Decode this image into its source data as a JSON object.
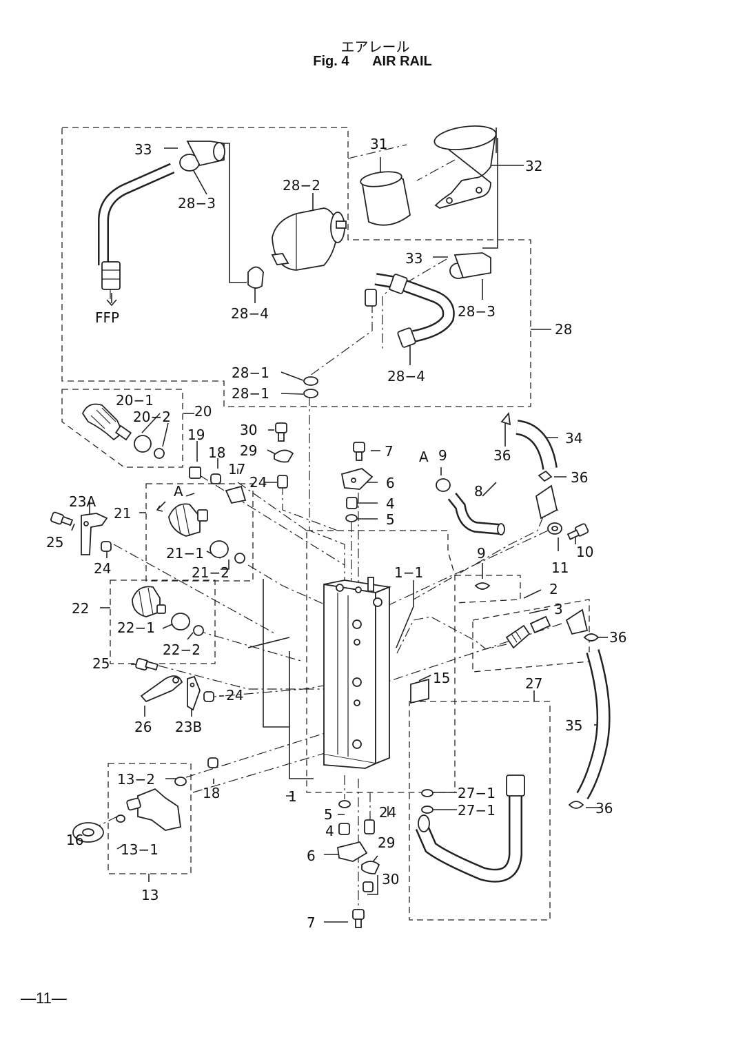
{
  "header": {
    "title_jp": "エアレール",
    "fig_label": "Fig. 4",
    "fig_title": "AIR RAIL"
  },
  "page_number": "—11—",
  "callouts": {
    "c33a": "33",
    "c28_3a": "28−3",
    "c28_2": "28−2",
    "c28_4a": "28−4",
    "ffp": "FFP",
    "c31": "31",
    "c32": "32",
    "c33b": "33",
    "c28_3b": "28−3",
    "c28": "28",
    "c28_4b": "28−4",
    "c28_1a": "28−1",
    "c28_1b": "28−1",
    "c20_1": "20−1",
    "c20_2": "20−2",
    "c20": "20",
    "c19": "19",
    "c18a": "18",
    "c30a": "30",
    "c29a": "29",
    "c17": "17",
    "c24a": "24",
    "c7a": "7",
    "c6a": "6",
    "c4a": "4",
    "c5a": "5",
    "cA1": "A",
    "c9a": "9",
    "c8": "8",
    "c36a": "36",
    "c34": "34",
    "c36b": "36",
    "c23A": "23A",
    "c21": "21",
    "cA2": "A",
    "c25a": "25",
    "c24b": "24",
    "c21_1": "21−1",
    "c21_2": "21−2",
    "c10": "10",
    "c11": "11",
    "c9b": "9",
    "c1_1": "1−1",
    "c2": "2",
    "c3": "3",
    "c36c": "36",
    "c22": "22",
    "c22_1": "22−1",
    "c22_2": "22−2",
    "c25b": "25",
    "c15": "15",
    "c27": "27",
    "c24c": "24",
    "c26": "26",
    "c23B": "23B",
    "c35": "35",
    "c13_2": "13−2",
    "c18b": "18",
    "c1": "1",
    "c27_1a": "27−1",
    "c27_1b": "27−1",
    "c36d": "36",
    "c5b": "5",
    "c24d": "24",
    "c16": "16",
    "c13_1": "13−1",
    "c4b": "4",
    "c29b": "29",
    "c6b": "6",
    "c30b": "30",
    "c13": "13",
    "c7b": "7"
  }
}
